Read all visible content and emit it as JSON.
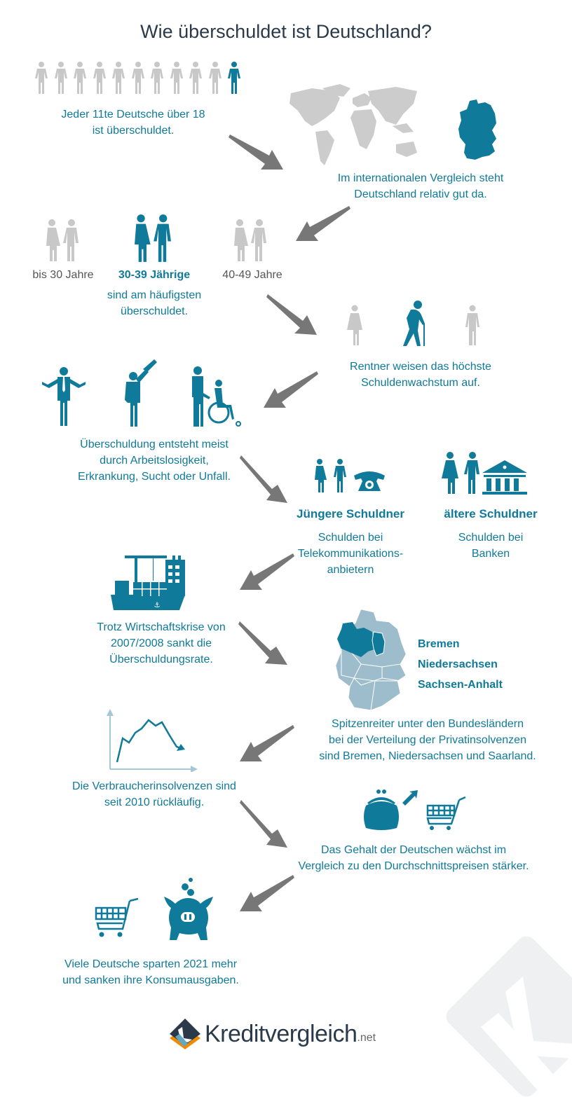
{
  "title": "Wie überschuldet ist Deutschland?",
  "colors": {
    "teal": "#0f7a99",
    "gray_icon": "#c8c8c8",
    "arrow": "#777777",
    "title": "#2a3a4a",
    "map_light": "#9dbccc",
    "logo_orange": "#f08a00",
    "logo_dark": "#2a3a4a"
  },
  "sections": {
    "one_in_eleven": {
      "line1": "Jeder 11te Deutsche über 18",
      "line2": "ist überschuldet.",
      "people_total": 11,
      "people_highlighted": 1
    },
    "international": {
      "line1": "Im internationalen Vergleich steht",
      "line2": "Deutschland relativ gut da."
    },
    "age_groups": {
      "groups": [
        {
          "label": "bis 30 Jahre",
          "highlight": false
        },
        {
          "label": "30-39 Jährige",
          "highlight": true
        },
        {
          "label": "40-49 Jahre",
          "highlight": false
        }
      ],
      "line1": "sind am häufigsten",
      "line2": "überschuldet."
    },
    "pensioners": {
      "line1": "Rentner weisen das höchste",
      "line2": "Schuldenwachstum auf."
    },
    "causes": {
      "line1": "Überschuldung entsteht meist",
      "line2": "durch Arbeitslosigkeit,",
      "line3": "Erkrankung, Sucht oder Unfall."
    },
    "debtors": {
      "young": {
        "heading": "Jüngere Schuldner",
        "line1": "Schulden bei",
        "line2": "Telekommunikations-",
        "line3": "anbietern"
      },
      "old": {
        "heading": "ältere Schuldner",
        "line1": "Schulden bei",
        "line2": "Banken"
      }
    },
    "crisis": {
      "line1": "Trotz Wirtschaftskrise von",
      "line2": "2007/2008 sankt die",
      "line3": "Überschuldungsrate."
    },
    "states": {
      "highlighted": [
        "Bremen",
        "Niedersachsen",
        "Sachsen-Anhalt"
      ],
      "line1": "Spitzenreiter unter den Bundesländern",
      "line2": "bei der Verteilung der Privatinsolvenzen",
      "line3": "sind Bremen, Niedersachsen und Saarland."
    },
    "insolvencies": {
      "line1": "Die Verbraucherinsolvenzen sind",
      "line2": "seit 2010 rückläufig."
    },
    "salary": {
      "line1": "Das Gehalt der Deutschen wächst im",
      "line2": "Vergleich zu den Durchschnittspreisen stärker."
    },
    "savings": {
      "line1": "Viele Deutsche sparten 2021 mehr",
      "line2": "und sanken ihre Konsumausgaben."
    }
  },
  "logo": {
    "name": "Kreditvergleich",
    "tld": ".net"
  }
}
